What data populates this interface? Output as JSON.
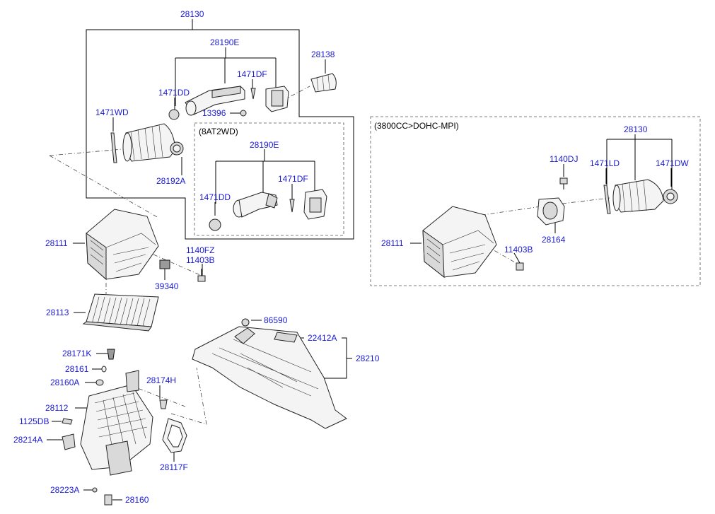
{
  "notes": {
    "variant_8at2wd": "(8AT2WD)",
    "variant_3800": "(3800CC>DOHC-MPI)"
  },
  "labels": {
    "p28130_main": "28130",
    "p28190e_top": "28190E",
    "p1471df_top": "1471DF",
    "p28138": "28138",
    "p1471dd_top": "1471DD",
    "p1471wd": "1471WD",
    "p13396": "13396",
    "p28192a": "28192A",
    "p28190e_inner": "28190E",
    "p1471df_inner": "1471DF",
    "p1471dd_inner": "1471DD",
    "p28111_left": "28111",
    "p1140fz": "1140FZ",
    "p11403b_left": "11403B",
    "p39340": "39340",
    "p28113": "28113",
    "p86590": "86590",
    "p22412a": "22412A",
    "p28210": "28210",
    "p28171k": "28171K",
    "p28161": "28161",
    "p28160a": "28160A",
    "p28174h": "28174H",
    "p28112": "28112",
    "p1125db": "1125DB",
    "p28214a": "28214A",
    "p28117f": "28117F",
    "p28223a": "28223A",
    "p28160": "28160",
    "p28130_right": "28130",
    "p1140dj": "1140DJ",
    "p1471ld": "1471LD",
    "p1471dw": "1471DW",
    "p28111_right": "28111",
    "p28164": "28164",
    "p11403b_right": "11403B"
  }
}
